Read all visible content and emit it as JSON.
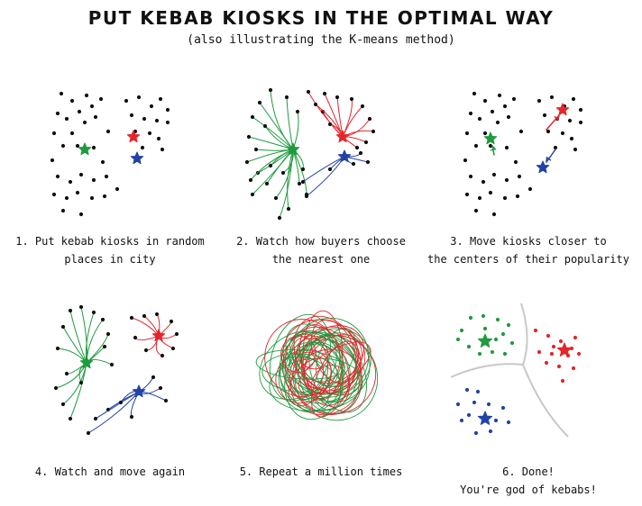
{
  "title": "PUT KEBAB KIOSKS IN THE OPTIMAL WAY",
  "subtitle": "(also illustrating the K-means method)",
  "colors": {
    "green": "#1f9a3f",
    "red": "#e3262b",
    "blue": "#2342a6",
    "dot": "#111111",
    "border": "#c8c8c8"
  },
  "steps": [
    {
      "line1": "1. Put kebab kiosks in random",
      "line2": "places in city"
    },
    {
      "line1": "2. Watch how buyers choose",
      "line2": "the nearest one"
    },
    {
      "line1": "3. Move kiosks closer to",
      "line2": "the centers of their popularity"
    },
    {
      "line1": "4. Watch and move again",
      "line2": ""
    },
    {
      "line1": "5. Repeat a million times",
      "line2": ""
    },
    {
      "line1": "6. Done!",
      "line2": "You're god of kebabs!"
    }
  ]
}
